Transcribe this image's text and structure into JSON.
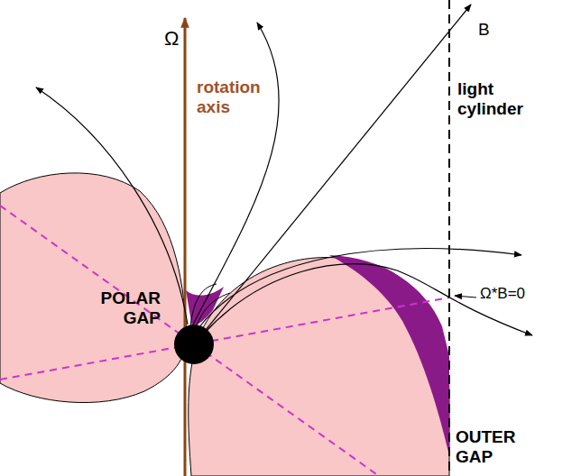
{
  "diagram": {
    "labels": [
      "Ω",
      "rotation axis",
      "B",
      "light cylinder",
      "Ω*B=0",
      "POLAR GAP",
      "OUTER GAP"
    ]
  }
}
